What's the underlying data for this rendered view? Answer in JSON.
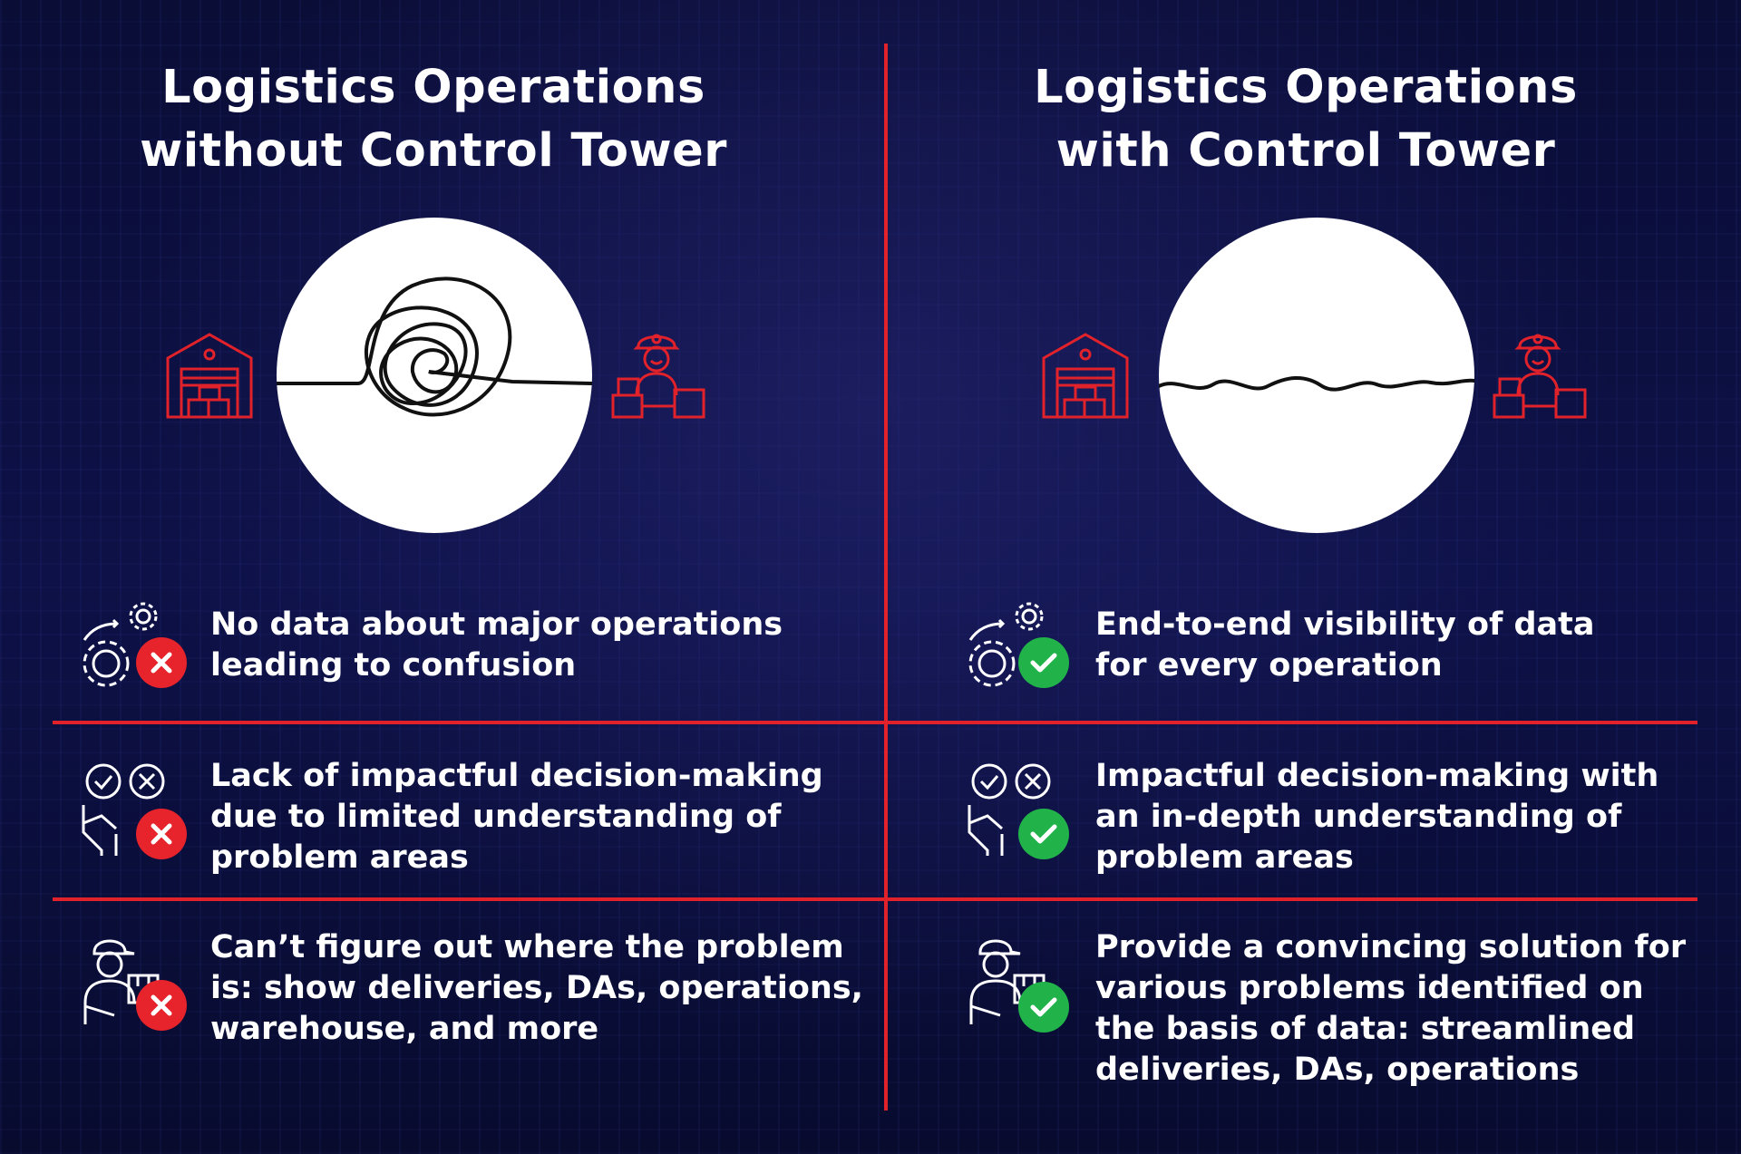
{
  "left": {
    "title_lines": [
      "Logistics Operations",
      "without Control Tower"
    ],
    "items": [
      {
        "lines": [
          "No data about major operations",
          "leading to confusion"
        ],
        "icon": "gears-icon",
        "status": "cross"
      },
      {
        "lines": [
          "Lack of impactful decision-making",
          "due to limited understanding of",
          "problem areas"
        ],
        "icon": "hand-decision-icon",
        "status": "cross"
      },
      {
        "lines": [
          "Can’t figure out where the problem",
          "is: show deliveries, DAs, operations,",
          "warehouse, and more"
        ],
        "icon": "delivery-person-icon",
        "status": "cross"
      }
    ]
  },
  "right": {
    "title_lines": [
      "Logistics Operations",
      "with Control Tower"
    ],
    "items": [
      {
        "lines": [
          "End-to-end visibility of data",
          "for every operation"
        ],
        "icon": "gears-icon",
        "status": "check"
      },
      {
        "lines": [
          "Impactful decision-making with",
          "an in-depth understanding of",
          "problem areas"
        ],
        "icon": "hand-decision-icon",
        "status": "check"
      },
      {
        "lines": [
          "Provide a convincing solution for",
          "various problems identified on",
          "the basis of data: streamlined",
          "deliveries, DAs, operations"
        ],
        "icon": "delivery-person-icon",
        "status": "check"
      }
    ]
  },
  "colors": {
    "accent_red": "#e1222a",
    "check_green": "#21b34a",
    "background": "#0b0f3a"
  },
  "diagram_icons": [
    "warehouse-icon",
    "courier-icon",
    "tangled-line-icon",
    "wavy-line-icon"
  ]
}
